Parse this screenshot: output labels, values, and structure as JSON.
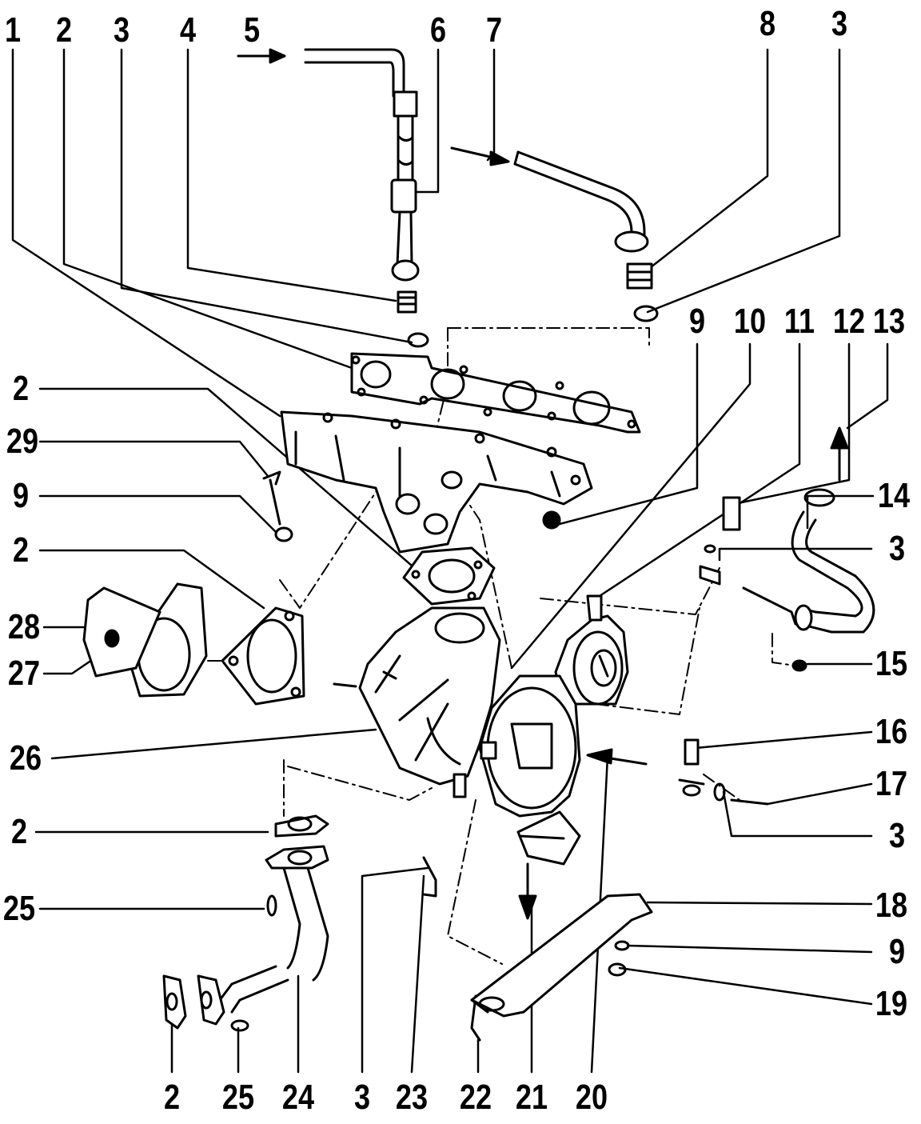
{
  "callouts": [
    {
      "id": "c1",
      "text": "1"
    },
    {
      "id": "c2a",
      "text": "2"
    },
    {
      "id": "c3a",
      "text": "3"
    },
    {
      "id": "c4",
      "text": "4"
    },
    {
      "id": "c5",
      "text": "5"
    },
    {
      "id": "c6",
      "text": "6"
    },
    {
      "id": "c7",
      "text": "7"
    },
    {
      "id": "c8",
      "text": "8"
    },
    {
      "id": "c3b",
      "text": "3"
    },
    {
      "id": "c9a",
      "text": "9"
    },
    {
      "id": "c10",
      "text": "10"
    },
    {
      "id": "c11",
      "text": "11"
    },
    {
      "id": "c12",
      "text": "12"
    },
    {
      "id": "c13",
      "text": "13"
    },
    {
      "id": "c14",
      "text": "14"
    },
    {
      "id": "c3c",
      "text": "3"
    },
    {
      "id": "c15",
      "text": "15"
    },
    {
      "id": "c16",
      "text": "16"
    },
    {
      "id": "c17",
      "text": "17"
    },
    {
      "id": "c3d",
      "text": "3"
    },
    {
      "id": "c18",
      "text": "18"
    },
    {
      "id": "c9b",
      "text": "9"
    },
    {
      "id": "c19",
      "text": "19"
    },
    {
      "id": "c2b",
      "text": "2"
    },
    {
      "id": "c29",
      "text": "29"
    },
    {
      "id": "c9c",
      "text": "9"
    },
    {
      "id": "c2c",
      "text": "2"
    },
    {
      "id": "c28",
      "text": "28"
    },
    {
      "id": "c27",
      "text": "27"
    },
    {
      "id": "c26",
      "text": "26"
    },
    {
      "id": "c2d",
      "text": "2"
    },
    {
      "id": "c25a",
      "text": "25"
    },
    {
      "id": "c2e",
      "text": "2"
    },
    {
      "id": "c25b",
      "text": "25"
    },
    {
      "id": "c24",
      "text": "24"
    },
    {
      "id": "c3e",
      "text": "3"
    },
    {
      "id": "c23",
      "text": "23"
    },
    {
      "id": "c22",
      "text": "22"
    },
    {
      "id": "c21",
      "text": "21"
    },
    {
      "id": "c20",
      "text": "20"
    }
  ]
}
